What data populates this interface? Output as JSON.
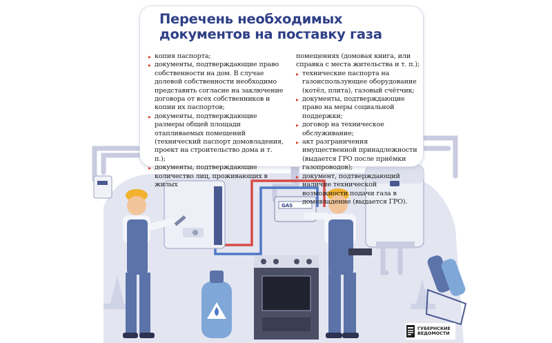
{
  "title": "Перечень необходимых документов на поставку газа",
  "bullet_symbol": "▸",
  "column_left": [
    {
      "text": "копия паспорта;",
      "bullet": true
    },
    {
      "text": "документы, подтверждающие право собственности на дом. В случае долевой собственности необходимо представить согласие на заключение договора от всех собственников и копии их паспортов;",
      "bullet": true
    },
    {
      "text": "документы, подтверждающие размеры общей площади отапливаемых помещений (технический паспорт домовладения, проект на строительство дома и т. п.);",
      "bullet": true
    },
    {
      "text": "документы, подтверждающие количество лиц, проживающих в жилых",
      "bullet": true
    }
  ],
  "column_right": [
    {
      "text": "помещениях (домовая книга, или справка с места жительства и т. п.);",
      "bullet": false
    },
    {
      "text": "технические паспорта на газоиспользующее оборудование (котёл, плита), газовый счётчик;",
      "bullet": true
    },
    {
      "text": "документы, подтверждающие право на меры социальной поддержки;",
      "bullet": true
    },
    {
      "text": "договор на техническое обслуживание;",
      "bullet": true
    },
    {
      "text": "акт разграничения имущественной принадлежности (выдается ГРО после приёмки газопроводов);",
      "bullet": true
    },
    {
      "text": "документ, подтверждающий наличие технической возможности подачи газа в домовладение (выдается ГРО).",
      "bullet": true
    }
  ],
  "meter_label": "GAS",
  "logo": {
    "line1": "ГУБЕРНСКИЕ",
    "line2": "ВЕДОМОСТИ"
  },
  "colors": {
    "title": "#2f3f86",
    "bullet": "#d93b24",
    "pipe": "#c9cbe0",
    "pipe_hot": "#d64b47",
    "pipe_cold": "#4f78c6",
    "overall": "#5b73a8",
    "cylinder": "#7fa7d8",
    "helmet": "#f2b230",
    "background_shape": "#e2e4f0"
  }
}
